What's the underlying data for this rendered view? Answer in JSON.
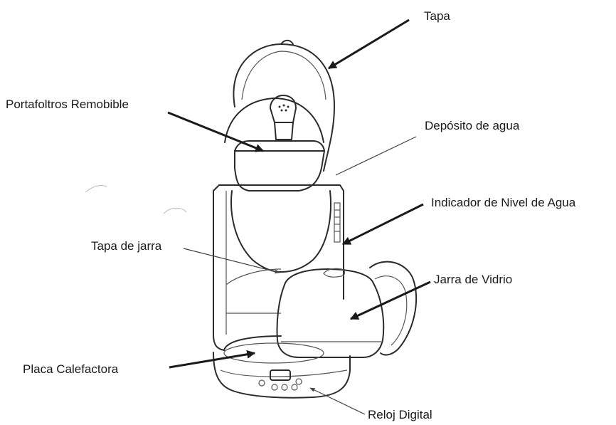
{
  "labels": {
    "tapa": "Tapa",
    "portafiltros": "Portafoltros Remobible",
    "deposito": "Depósito de agua",
    "indicador": "Indicador de Nivel de Agua",
    "tapa_jarra": "Tapa de jarra",
    "jarra": "Jarra de Vidrio",
    "placa": "Placa Calefactora",
    "reloj": "Reloj Digital"
  },
  "colors": {
    "ink": "#2b2b2b",
    "text": "#1a1a1a"
  }
}
